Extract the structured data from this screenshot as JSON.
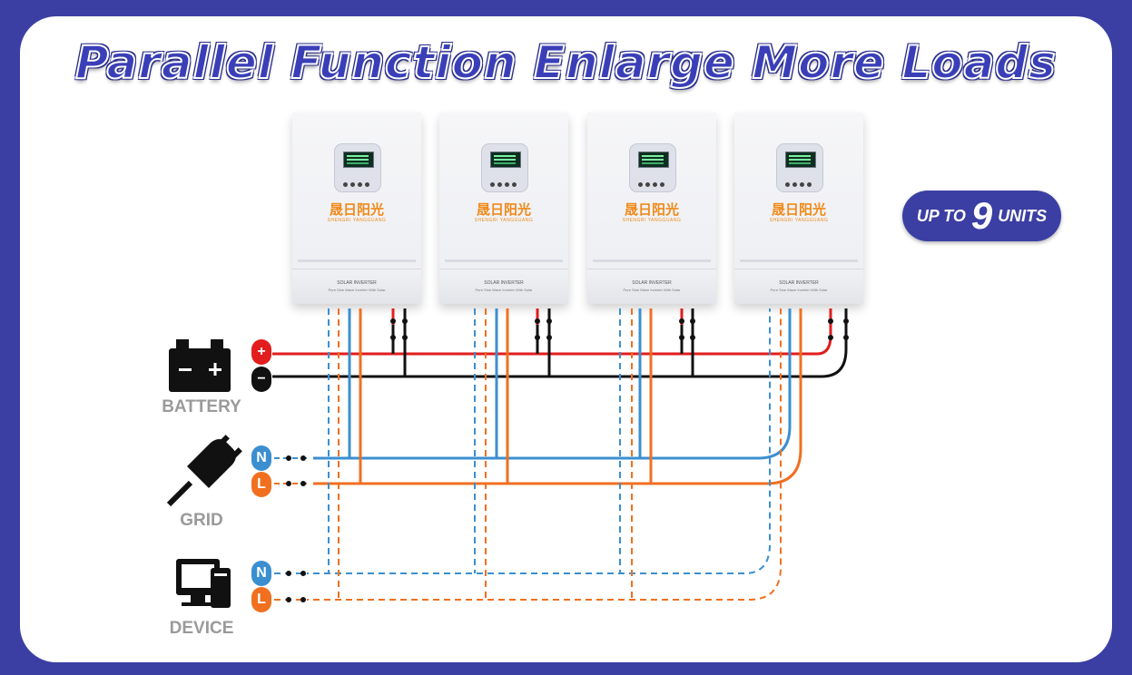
{
  "title": "Parallel Function Enlarge More Loads",
  "badge": {
    "prefix": "UP TO",
    "number": "9",
    "suffix": "UNITS"
  },
  "inverter": {
    "brand_cn": "晟日阳光",
    "brand_en": "SHENGRI YANGGUANG",
    "model": "SOLAR INVERTER",
    "model_sub": "Pure Sine Wave Inverter With Solar"
  },
  "sources": {
    "battery": {
      "label": "BATTERY",
      "plus": "+",
      "minus": "−"
    },
    "grid": {
      "label": "GRID",
      "neutral": "N",
      "live": "L"
    },
    "device": {
      "label": "DEVICE",
      "neutral": "N",
      "live": "L"
    }
  },
  "colors": {
    "background": "#3b3fa3",
    "title": "#3a3fb8",
    "battery_positive": "#e11d1d",
    "battery_negative": "#111111",
    "neutral": "#3b8fd0",
    "live": "#f07020",
    "brand": "#f08a1a"
  },
  "icons": [
    "battery-icon",
    "plug-icon",
    "computer-icon"
  ]
}
